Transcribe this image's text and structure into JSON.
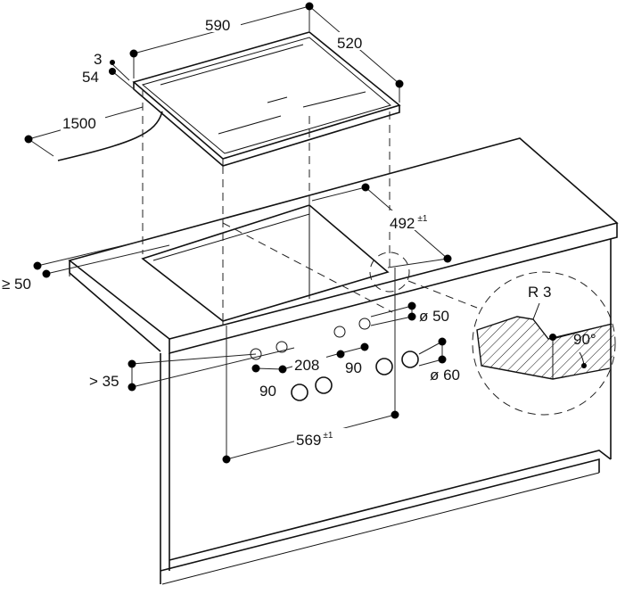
{
  "dimensions": {
    "hob_width": "590",
    "hob_depth": "520",
    "glass_thickness": "3",
    "hob_height": "54",
    "cable_length": "1500",
    "cutout_depth": "492",
    "cutout_depth_tol": "±1",
    "front_distance": "≥ 50",
    "control_hole_diameter": "ø 50",
    "knob_diameter": "ø 60",
    "edge_radius": "R 3",
    "edge_angle": "90°",
    "min_below_top": "> 35",
    "knob_spacing_center": "208",
    "knob_spacing_left": "90",
    "knob_spacing_right": "90",
    "cutout_width": "569",
    "cutout_width_tol": "±1"
  }
}
